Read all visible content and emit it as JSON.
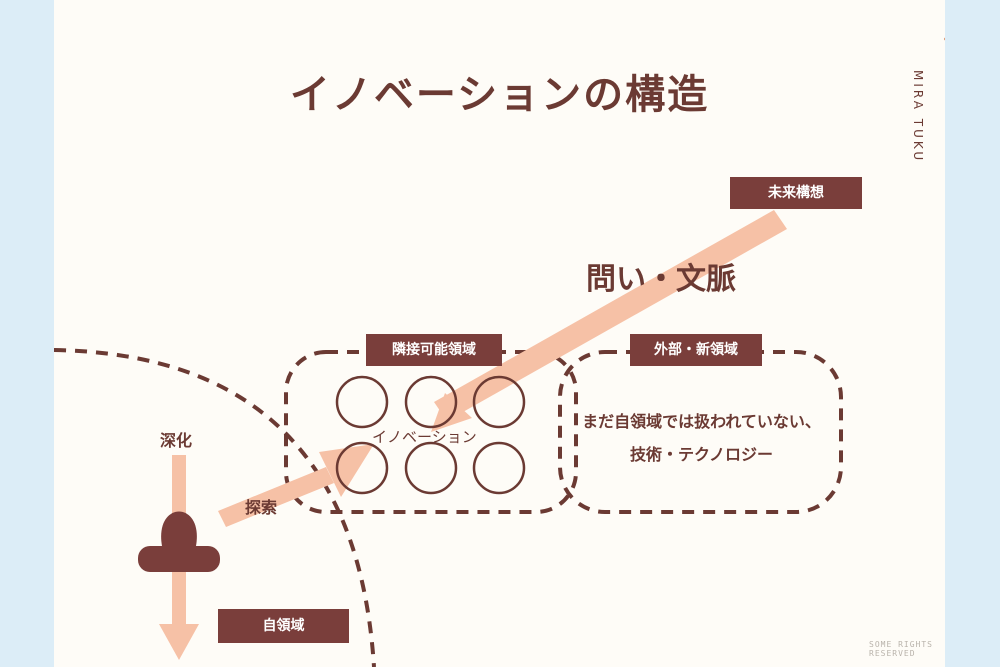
{
  "title": "イノベーションの構造",
  "brand": {
    "name": "MIRA TUKU",
    "logo_icon": "petal-cluster-icon"
  },
  "labels": {
    "future": "未来構想",
    "question": "問い・文脈",
    "adjacent": "隣接可能領域",
    "outside": "外部・新領域",
    "outside_desc_line1": "まだ自領域では扱われていない、",
    "outside_desc_line2": "技術・テクノロジー",
    "innovation": "イノベーション",
    "deepen": "深化",
    "explore": "探索",
    "own_domain": "自領域"
  },
  "footer": "SOME RIGHTS RESERVED",
  "colors": {
    "accent": "#7a3e3b",
    "arrow": "#f6c1a6",
    "dashed": "#6b3a33",
    "background": "#fefcf7",
    "frame": "#dcedf7"
  }
}
